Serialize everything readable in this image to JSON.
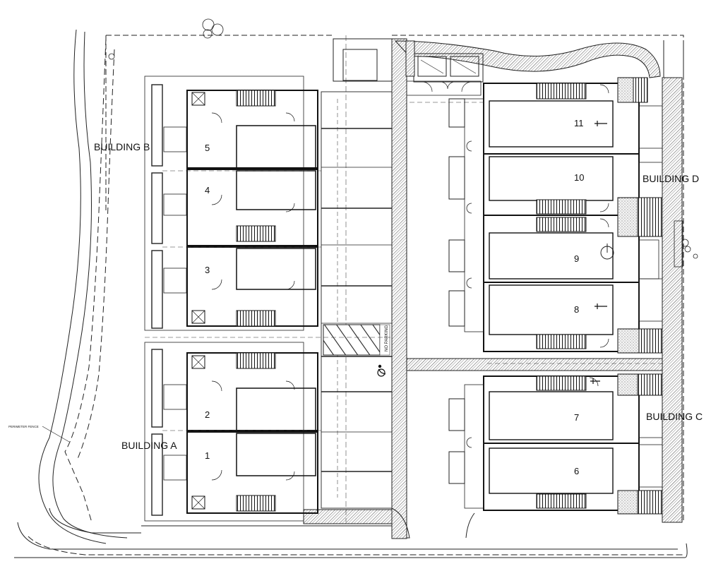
{
  "buildings": {
    "a": "BUILDING A",
    "b": "BUILDING B",
    "c": "BUILDING C",
    "d": "BUILDING D"
  },
  "units": {
    "u1": "1",
    "u2": "2",
    "u3": "3",
    "u4": "4",
    "u5": "5",
    "u6": "6",
    "u7": "7",
    "u8": "8",
    "u9": "9",
    "u10": "10",
    "u11": "11"
  },
  "notes": {
    "perimeter_fence": "PERIMETER FENCE",
    "no_parking": "NO PARKING"
  }
}
